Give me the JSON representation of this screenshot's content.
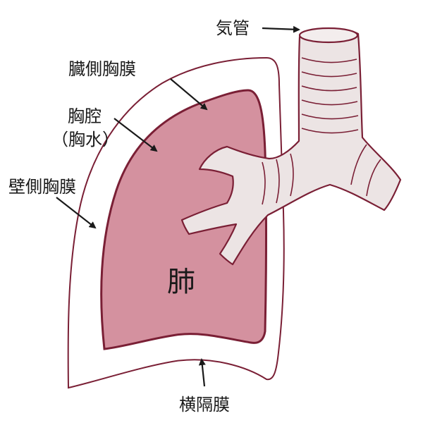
{
  "labels": {
    "trachea": "気管",
    "visceral_pleura": "臓側胸膜",
    "pleural_cavity": "胸腔",
    "pleural_fluid": "（胸水）",
    "parietal_pleura": "壁側胸膜",
    "diaphragm": "横隔膜",
    "lung": "肺"
  },
  "colors": {
    "lung_fill": "#d4919f",
    "lung_stroke": "#7a1f35",
    "airway_fill": "#ece4e4",
    "outline": "#7a1f35"
  }
}
